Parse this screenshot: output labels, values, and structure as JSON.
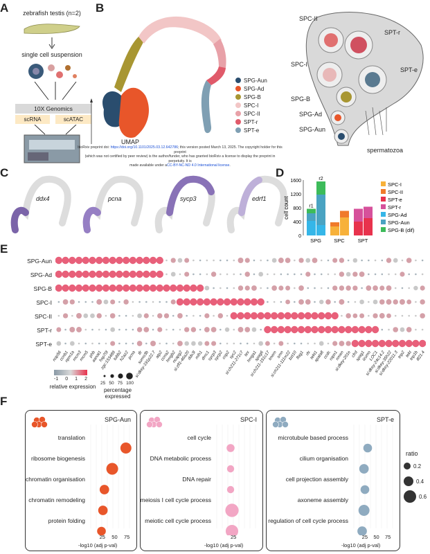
{
  "panels": {
    "a": "A",
    "b": "B",
    "c": "C",
    "d": "D",
    "e": "E",
    "f": "F"
  },
  "panel_a": {
    "title": "zebrafish testis (n=2)",
    "step1": "single cell suspension",
    "platform": "10X Genomics",
    "assay1": "scRNA",
    "assay2": "scATAC"
  },
  "panel_b": {
    "umap_label": "UMAP",
    "legend": [
      {
        "label": "SPG-Aun",
        "color": "#2a4d6e"
      },
      {
        "label": "SPG-Ad",
        "color": "#e8562a"
      },
      {
        "label": "SPG-B",
        "color": "#a89632"
      },
      {
        "label": "SPC-I",
        "color": "#f2c6c6"
      },
      {
        "label": "SPC-II",
        "color": "#e8a1a8"
      },
      {
        "label": "SPT-r",
        "color": "#e05a6a"
      },
      {
        "label": "SPT-e",
        "color": "#7f9fb3"
      }
    ],
    "diagram_labels": [
      "SPC-II",
      "SPT-r",
      "SPC-I",
      "SPT-e",
      "SPG-B",
      "SPG-Ad",
      "SPG-Aun",
      "spermatozoa"
    ]
  },
  "preprint": {
    "line1_a": "bioRxiv preprint doi: ",
    "line1_link": "https://doi.org/10.1101/2025.03.12.642786",
    "line1_b": "; this version posted March 13, 2025. The copyright holder for this preprint",
    "line2": "(which was not certified by peer review) is the author/funder, who has granted bioRxiv a license to display the preprint in perpetuity. It is",
    "line3_a": "made available under a",
    "line3_link": "CC-BY-NC-ND 4.0 International license",
    "line3_b": "."
  },
  "panel_c": {
    "genes": [
      "ddx4",
      "pcna",
      "sycp3",
      "edrf1"
    ]
  },
  "chart_data": {
    "type": "bar",
    "ylabel": "cell count",
    "ylim": [
      0,
      1600
    ],
    "yticks": [
      0,
      400,
      800,
      1200,
      1600
    ],
    "groups": [
      "SPG",
      "SPC",
      "SPT"
    ],
    "bar_labels": [
      "r1",
      "r2"
    ],
    "legend": [
      {
        "name": "SPC-I",
        "color": "#f7b13a"
      },
      {
        "name": "SPC-II",
        "color": "#f07a2a"
      },
      {
        "name": "SPT-e",
        "color": "#e8324d"
      },
      {
        "name": "SPT-r",
        "color": "#d6519b"
      },
      {
        "name": "SPG-Ad",
        "color": "#35b6e8"
      },
      {
        "name": "SPG-Aun",
        "color": "#4aa3c2"
      },
      {
        "name": "SPG-B (dif)",
        "color": "#3dbb5a"
      }
    ],
    "bars": [
      {
        "group": "SPG",
        "rep": "r1",
        "stack": [
          {
            "name": "SPG-Ad",
            "value": 420
          },
          {
            "name": "SPG-Aun",
            "value": 220
          },
          {
            "name": "SPG-B (dif)",
            "value": 130
          }
        ]
      },
      {
        "group": "SPG",
        "rep": "r2",
        "stack": [
          {
            "name": "SPG-Ad",
            "value": 300
          },
          {
            "name": "SPG-Aun",
            "value": 880
          },
          {
            "name": "SPG-B (dif)",
            "value": 380
          }
        ]
      },
      {
        "group": "SPC",
        "rep": "r1",
        "stack": [
          {
            "name": "SPC-I",
            "value": 260
          },
          {
            "name": "SPC-II",
            "value": 120
          }
        ]
      },
      {
        "group": "SPC",
        "rep": "r2",
        "stack": [
          {
            "name": "SPC-I",
            "value": 520
          },
          {
            "name": "SPC-II",
            "value": 190
          }
        ]
      },
      {
        "group": "SPT",
        "rep": "r1",
        "stack": [
          {
            "name": "SPT-e",
            "value": 400
          },
          {
            "name": "SPT-r",
            "value": 370
          }
        ]
      },
      {
        "group": "SPT",
        "rep": "r2",
        "stack": [
          {
            "name": "SPT-e",
            "value": 500
          },
          {
            "name": "SPT-r",
            "value": 330
          }
        ]
      }
    ]
  },
  "panel_e": {
    "rows": [
      "SPG-Aun",
      "SPG-Ad",
      "SPG-B",
      "SPC-I",
      "SPC-II",
      "SPT-r",
      "SPT-e"
    ],
    "genes": [
      "nop56",
      "ccnb1",
      "npm1a",
      "mcm3",
      "mcm5",
      "phb",
      "aanat1",
      "hsp70l",
      "zgc:153489",
      "tubb2",
      "h2az2",
      "pcna",
      "tfr",
      "sumo3b",
      "si:dkey-191p22.7",
      "atp2",
      "ccna2",
      "hmgb2",
      "ncapg2",
      "si:zfl1-46a20",
      "ddx3l",
      "mlh1",
      "dmc1",
      "sycp3",
      "sycp2",
      "cop2",
      "syc2",
      "si:ch211-271c7",
      "tex",
      "hmga1",
      "spag6",
      "si:ch211-151c17",
      "tmem",
      "smn",
      "si:ch211-111m22",
      "bzt10",
      "flag1",
      "rfx",
      "tekt1",
      "spata8",
      "ccdc",
      "ropn1",
      "nmen",
      "si:dkey-201e",
      "cfrd",
      "spag1",
      "izumo",
      "LOC1",
      "si:dkey-24c14.2",
      "si:dkey-35h22",
      "si:dkey-22011.3",
      "tnp2",
      "tekt",
      "tnp1b",
      "ilf21.4"
    ],
    "color_legend": "relative expression",
    "color_ticks": [
      "-1",
      "0",
      "1",
      "2"
    ],
    "size_legend_title": "percentage expressed",
    "size_ticks": [
      "25",
      "50",
      "75",
      "100"
    ]
  },
  "panel_f": [
    {
      "title": "SPG-Aun",
      "terms": [
        "translation",
        "ribosome biogenesis",
        "chromatin organisation",
        "chromatin remodeling",
        "protein folding"
      ],
      "pvals": [
        72,
        44,
        28,
        25,
        22
      ],
      "ratios": [
        0.45,
        0.5,
        0.35,
        0.35,
        0.3
      ],
      "color": "#e8562a",
      "xticks": [
        "25",
        "50",
        "75"
      ],
      "xmax": 85
    },
    {
      "title": "SPC-I",
      "terms": [
        "cell cycle",
        "DNA metabolic process",
        "DNA repair",
        "meiosis I cell cycle process",
        "meiotic cell cycle process"
      ],
      "pvals": [
        20,
        20,
        20,
        22,
        22
      ],
      "ratios": [
        0.25,
        0.2,
        0.2,
        0.6,
        0.55
      ],
      "color": "#f2a6c4",
      "xticks": [
        "25"
      ],
      "xmax": 60
    },
    {
      "title": "SPT-e",
      "terms": [
        "microtubule based process",
        "cilium organisation",
        "cell projection assembly",
        "axoneme assembly",
        "regulation of cell cycle process"
      ],
      "pvals": [
        30,
        22,
        24,
        22,
        18
      ],
      "ratios": [
        0.3,
        0.35,
        0.3,
        0.45,
        0.35
      ],
      "color": "#8fabc0",
      "xticks": [
        "25",
        "50",
        "75"
      ],
      "xmax": 90
    }
  ],
  "panel_f_axis": "-log10 (adj p-val)",
  "panel_f_legend": {
    "title": "ratio",
    "values": [
      "0.2",
      "0.4",
      "0.6"
    ]
  }
}
